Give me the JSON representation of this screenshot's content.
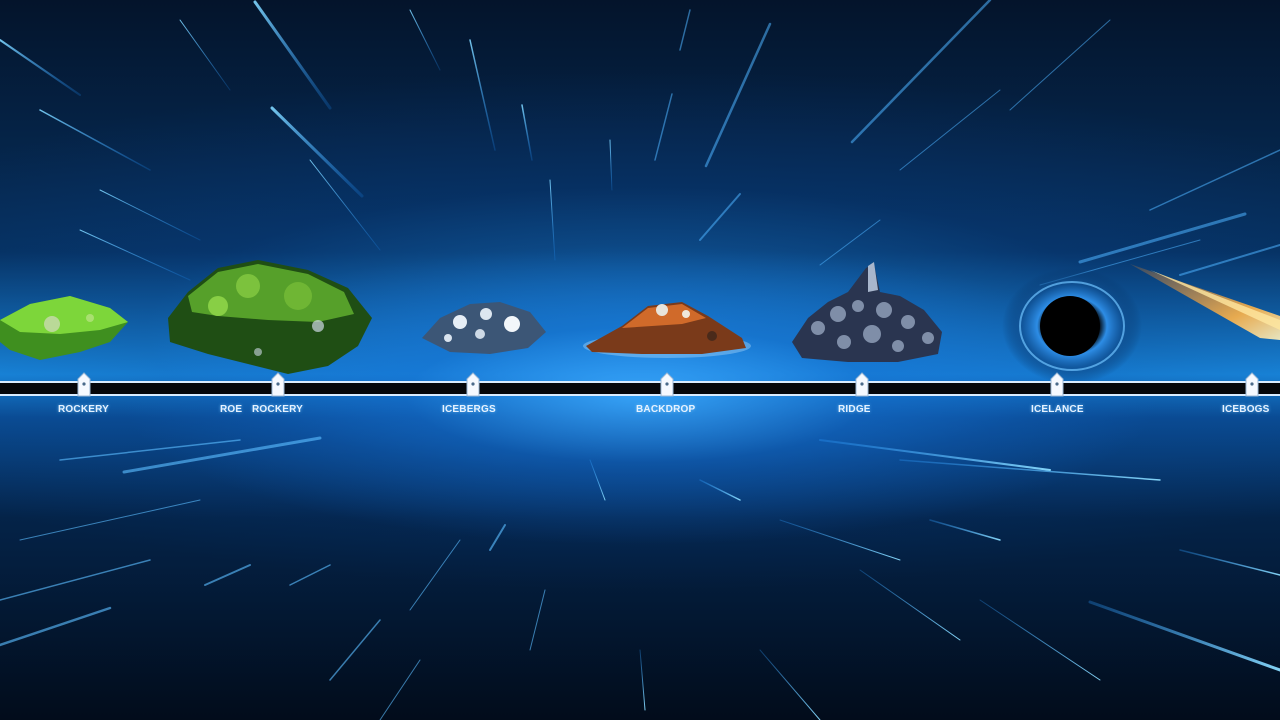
{
  "timeline": {
    "stages": [
      {
        "label": "ROCKERY",
        "name": "grass-plate"
      },
      {
        "label": "ROCKERY",
        "name": "forest-island"
      },
      {
        "label": "ICEBERGS",
        "name": "snow-rock"
      },
      {
        "label": "BACKDROP",
        "name": "volcanic-mound"
      },
      {
        "label": "RIDGE",
        "name": "crystal-peaks"
      },
      {
        "label": "ICELANCE",
        "name": "black-hole"
      },
      {
        "label": "ICEBOGS",
        "name": "comet"
      }
    ],
    "side_label": "ROE"
  }
}
